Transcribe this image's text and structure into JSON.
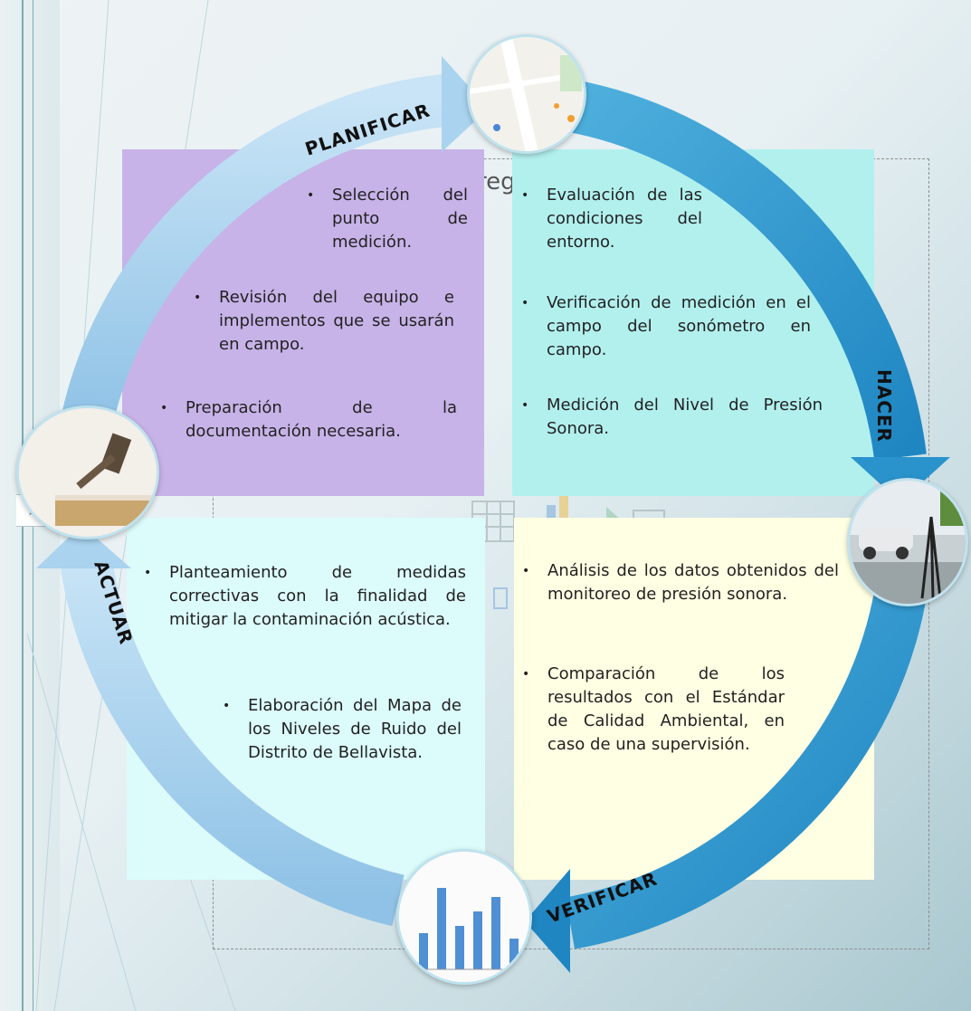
{
  "stages": {
    "planificar": {
      "label": "PLANIFICAR",
      "items": [
        "Selección del punto de medición.",
        "Revisión del equipo e implementos que se usarán en campo.",
        "Preparación de la documentación necesaria."
      ]
    },
    "hacer": {
      "label": "HACER",
      "items": [
        "Evaluación de las condiciones del entorno.",
        "Verificación de medición en el campo del sonómetro en campo.",
        "Medición del Nivel de Presión Sonora."
      ]
    },
    "verificar": {
      "label": "VERIFICAR",
      "items": [
        "Análisis de los datos obtenidos del monitoreo de presión sonora.",
        "Comparación de los resultados con el Estándar de Calidad Ambiental, en caso de una supervisión."
      ]
    },
    "actuar": {
      "label": "ACTUAR",
      "items": [
        "Planteamiento de medidas correctivas con la finalidad de mitigar la contaminación acústica.",
        "Elaboración del Mapa de los Niveles de Ruido del Distrito de Bellavista."
      ]
    }
  },
  "placeholder_text": "reg",
  "colors": {
    "planificar": "#c7b3e8",
    "hacer": "#b2f0ee",
    "actuar": "#dcfbfb",
    "verificar": "#ffffe3",
    "ring_light": "#a8d3ef",
    "ring_dark": "#2f98cf"
  },
  "icons": {
    "expand": "chevron-right-icon"
  },
  "expand_glyph": "›"
}
